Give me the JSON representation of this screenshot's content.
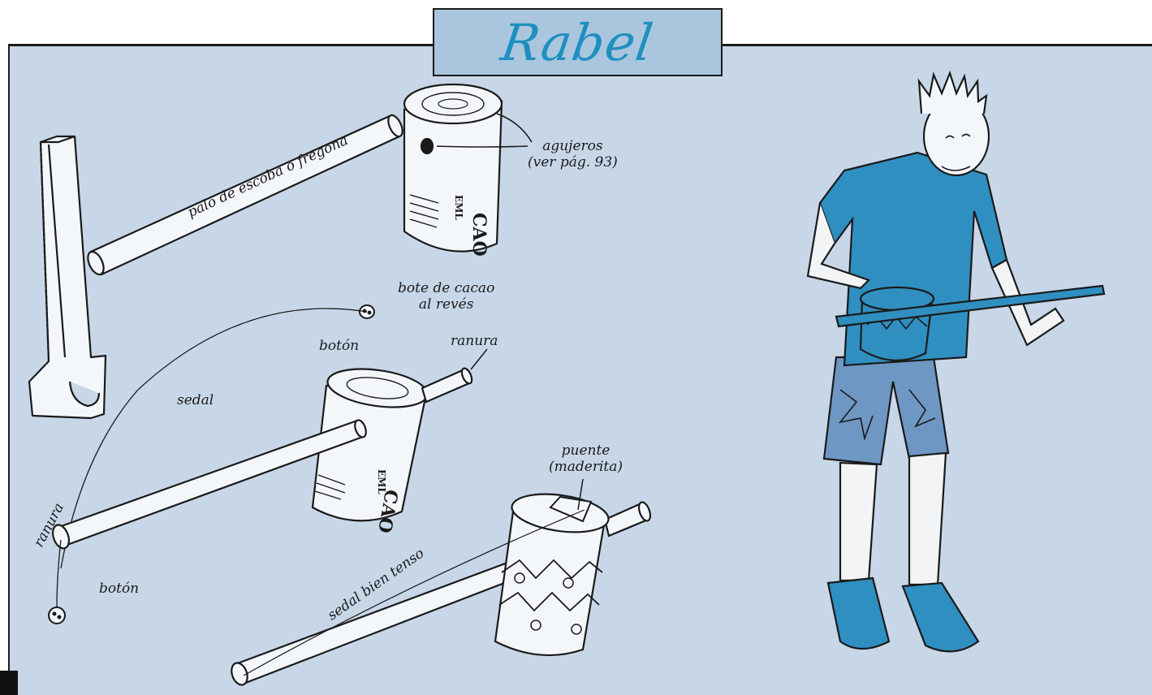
{
  "title": "Rabel",
  "labels": {
    "agujeros_line1": "agujeros",
    "agujeros_line2": "(ver pág. 93)",
    "palo": "palo de escoba o fregona",
    "bote_line1": "bote de cacao",
    "bote_line2": "al revés",
    "boton_top": "botón",
    "ranura_top": "ranura",
    "sedal": "sedal",
    "ranura_left": "ranura",
    "boton_bottom": "botón",
    "puente_line1": "puente",
    "puente_line2": "(maderita)",
    "sedal_tenso": "sedal bien tenso"
  },
  "can_print": {
    "brand_small": "EML",
    "brand_big": "CAO"
  },
  "colors": {
    "panel": "#c8d7e8",
    "title_box": "#a9c6de",
    "title_text": "#1f8fc0",
    "shirt": "#2f8fc0",
    "ink": "#1a1a1a"
  }
}
